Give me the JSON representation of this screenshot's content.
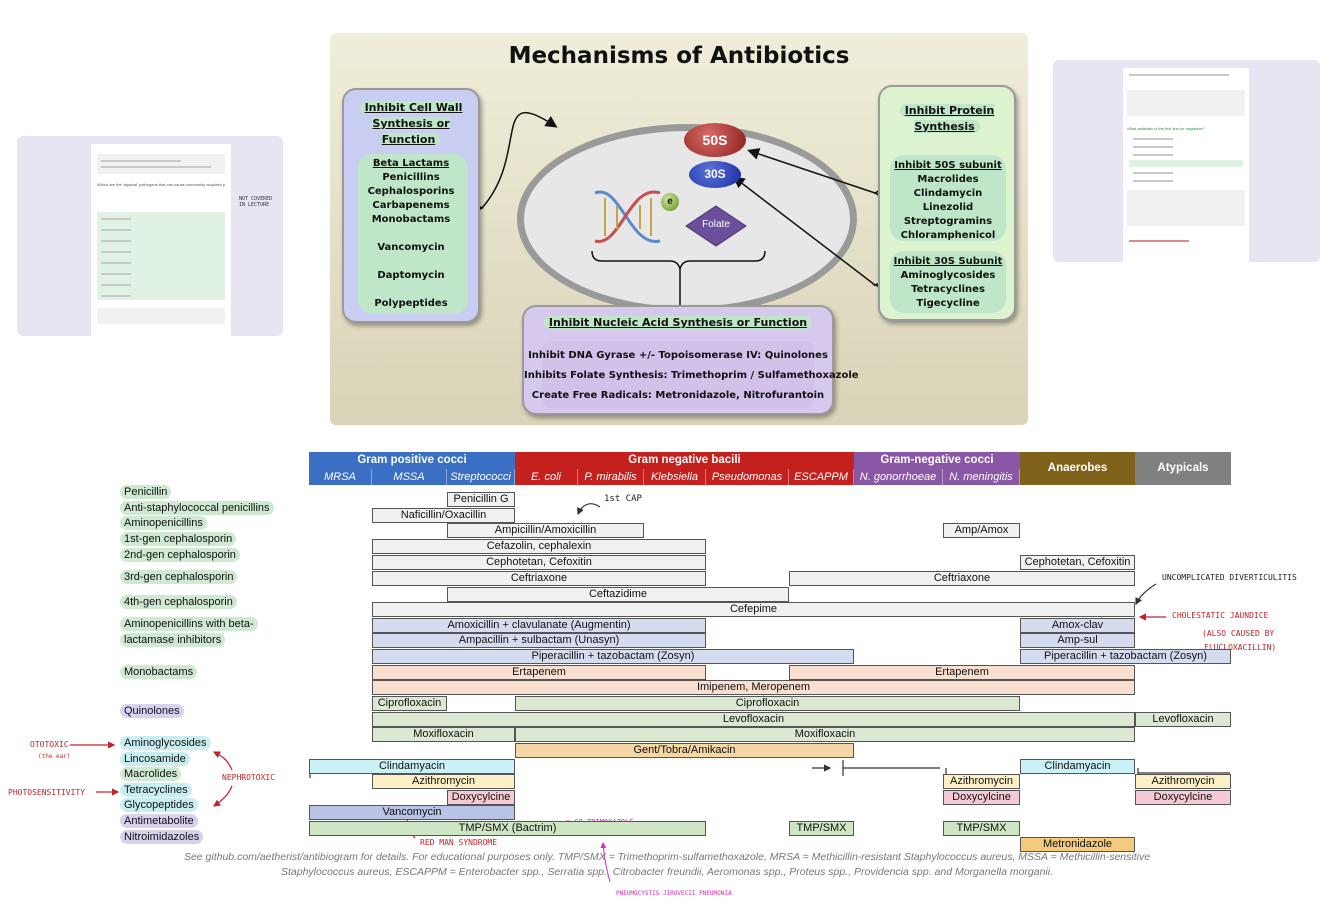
{
  "mechanisms": {
    "title": "Mechanisms of Antibiotics",
    "cell_wall": {
      "heading": "Inhibit Cell Wall Synthesis or Function",
      "items": [
        "Beta Lactams",
        "Penicillins",
        "Cephalosporins",
        "Carbapenems",
        "Monobactams",
        "Vancomycin",
        "Daptomycin",
        "Polypeptides"
      ]
    },
    "protein": {
      "heading": "Inhibit Protein Synthesis",
      "sub50": "Inhibit 50S subunit",
      "items50": [
        "Macrolides",
        "Clindamycin",
        "Linezolid",
        "Streptogramins",
        "Chloramphenicol"
      ],
      "sub30": "Inhibit 30S Subunit",
      "items30": [
        "Aminoglycosides",
        "Tetracyclines",
        "Tigecycline"
      ]
    },
    "nucleic": {
      "heading": "Inhibit Nucleic Acid Synthesis or Function",
      "items": [
        "Inhibit DNA Gyrase +/- Topoisomerase IV: Quinolones",
        "Inhibits Folate Synthesis: Trimethoprim / Sulfamethoxazole",
        "Create Free Radicals: Metronidazole, Nitrofurantoin"
      ]
    },
    "cell": {
      "s50": "50S",
      "s30": "30S",
      "electron": "e",
      "folate": "Folate"
    }
  },
  "groups": [
    {
      "label": "Gram positive cocci",
      "color": "#3a6fc4"
    },
    {
      "label": "Gram negative bacili",
      "color": "#c4201e"
    },
    {
      "label": "Gram-negative cocci",
      "color": "#8a57a6"
    },
    {
      "label": "Anaerobes",
      "color": "#80611a"
    },
    {
      "label": "Atypicals",
      "color": "#808080"
    }
  ],
  "organisms": [
    "MRSA",
    "MSSA",
    "Streptococci",
    "E. coli",
    "P. mirabilis",
    "Klebsiella",
    "Pseudomonas",
    "ESCAPPM",
    "N. gonorrhoeae",
    "N. meningitis"
  ],
  "classes": [
    "Penicillin",
    "Anti-staphylococcal penicillins",
    "Aminopenicillins",
    "1st-gen cephalosporin",
    "2nd-gen cephalosporin",
    "3rd-gen cephalosporin",
    "4th-gen cephalosporin",
    "Aminopenicillins with beta-",
    "lactamase inhibitors",
    "Monobactams",
    "Quinolones",
    "Aminoglycosides",
    "Lincosamide",
    "Macrolides",
    "Tetracyclines",
    "Glycopeptides",
    "Antimetabolite",
    "Nitroimidazoles"
  ],
  "bars": [
    "Penicillin G",
    "Naficillin/Oxacillin",
    "Ampicillin/Amoxicillin",
    "Amp/Amox",
    "Cefazolin, cephalexin",
    "Cephotetan, Cefoxitin",
    "Cephotetan, Cefoxitin",
    "Ceftriaxone",
    "Ceftriaxone",
    "Ceftazidime",
    "Cefepime",
    "Amoxicillin + clavulanate (Augmentin)",
    "Amox-clav",
    "Ampacillin + sulbactam (Unasyn)",
    "Amp-sul",
    "Piperacillin + tazobactam (Zosyn)",
    "Piperacillin + tazobactam (Zosyn)",
    "Ertapenem",
    "Ertapenem",
    "Imipenem, Meropenem",
    "Ciprofloxacin",
    "Ciprofloxacin",
    "Levofloxacin",
    "Levofloxacin",
    "Moxifloxacin",
    "Moxifloxacin",
    "Gent/Tobra/Amikacin",
    "Clindamyacin",
    "Clindamyacin",
    "Azithromycin",
    "Azithromycin",
    "Azithromycin",
    "Doxycylcine",
    "Doxycylcine",
    "Doxycylcine",
    "Vancomycin",
    "TMP/SMX (Bactrim)",
    "TMP/SMX",
    "TMP/SMX",
    "Metronidazole"
  ],
  "notes": {
    "first_cap": "1st CAP",
    "uncomplicated": "UNCOMPLICATED DIVERTICULITIS",
    "cholestatic": "CHOLESTATIC JAUNDICE",
    "also_caused": "(ALSO CAUSED BY",
    "flucloxacillin": "FLUCLOXACILLIN)",
    "ototoxic": "OTOTOXIC",
    "ototoxic_sub": "(the ear)",
    "nephrotoxic": "NEPHROTOXIC",
    "photosensitivity": "PHOTOSENSITIVITY",
    "red_man": "RED MAN SYNDROME",
    "co_trimoxazole": "= CO-TRIMOXAZOLE",
    "pneumocystis": "PNEUMOCYSTIS JIROVECII PNEUMONIA"
  },
  "footnote": [
    "See github.com/aetherist/antibiogram for details. For educational purposes only. TMP/SMX = Trimethoprim-sulfamethoxazole, MRSA = Methicillin-resistant Staphylococcus aureus, MSSA = Methicillin-sensitive",
    "Staphylococcus aureus, ESCAPPM = Enterobacter spp., Serratia spp., Citrobacter freundii, Aeromonas spp., Proteus spp., Providencia spp. and Morganella morganii."
  ],
  "thumbs": {
    "left_q": "Which are the 'atypical' pathogens that can cause community acquired pneumonia",
    "left_hand": "NOT COVERED IN LECTURE",
    "right_q": "What antibiotic is the first line for organism?"
  }
}
